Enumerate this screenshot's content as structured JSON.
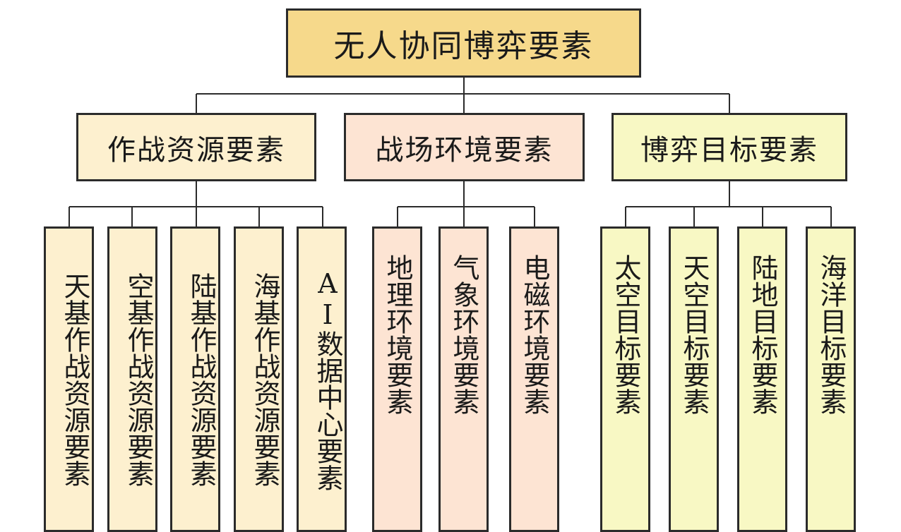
{
  "root": {
    "label": "无人协同博弈要素"
  },
  "categories": [
    {
      "label": "作战资源要素",
      "color": "#fdf0cf",
      "children": [
        "天基作战资源要素",
        "空基作战资源要素",
        "陆基作战资源要素",
        "海基作战资源要素",
        "AI数据中心要素"
      ]
    },
    {
      "label": "战场环境要素",
      "color": "#fde4d3",
      "children": [
        "地理环境要素",
        "气象环境要素",
        "电磁环境要素"
      ]
    },
    {
      "label": "博弈目标要素",
      "color": "#f8f8c4",
      "children": [
        "太空目标要素",
        "天空目标要素",
        "陆地目标要素",
        "海洋目标要素"
      ]
    }
  ],
  "colors": {
    "root": "#f6d98b",
    "border": "#2b2b2b"
  }
}
